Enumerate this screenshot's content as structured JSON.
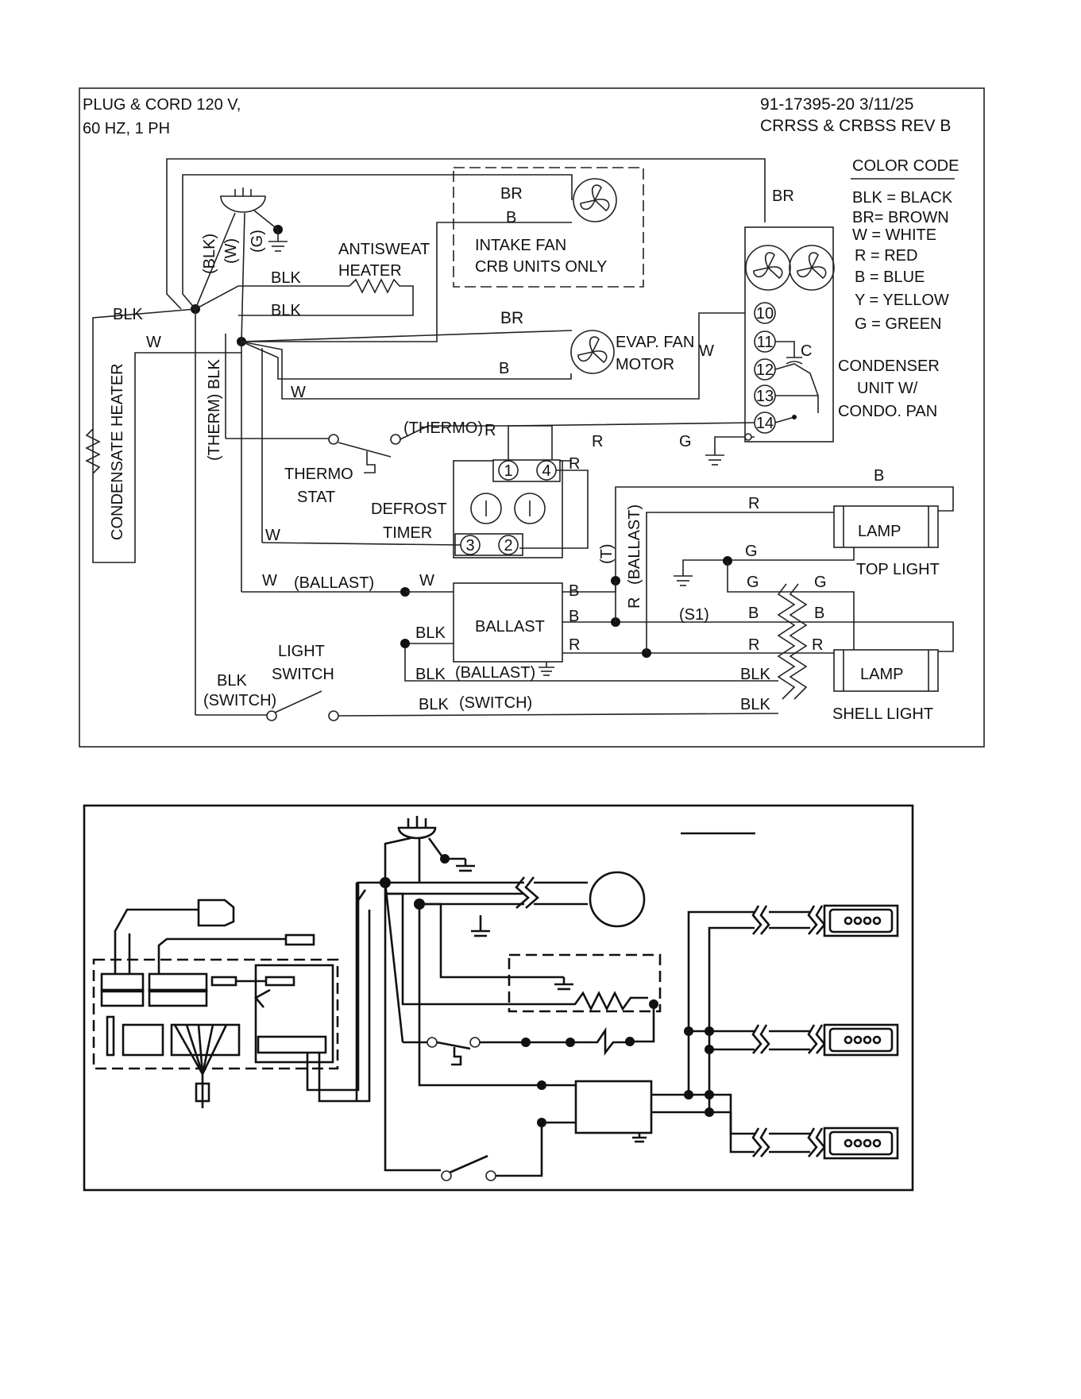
{
  "header": {
    "left_line1": "PLUG & CORD 120 V,",
    "left_line2": "60 HZ, 1 PH",
    "right_line1": "91-17395-20 3/11/25",
    "right_line2": "CRRSS & CRBSS  REV B"
  },
  "color_code": {
    "title": "COLOR CODE",
    "items": [
      "BLK = BLACK",
      "BR= BROWN",
      "W = WHITE",
      "R = RED",
      "B = BLUE",
      "Y = YELLOW",
      "G = GREEN"
    ]
  },
  "components": {
    "intake_fan_1": "INTAKE FAN",
    "intake_fan_2": "CRB UNITS ONLY",
    "antisweat_1": "ANTISWEAT",
    "antisweat_2": "HEATER",
    "evap_fan_1": "EVAP. FAN",
    "evap_fan_2": "MOTOR",
    "condenser_1": "CONDENSER",
    "condenser_2": "UNIT W/",
    "condenser_3": "CONDO. PAN",
    "condensate_heater": "CONDENSATE HEATER",
    "thermostat_1": "THERMO",
    "thermostat_2": "STAT",
    "defrost_1": "DEFROST",
    "defrost_2": "TIMER",
    "ballast": "BALLAST",
    "lamp_top": "LAMP",
    "top_light": "TOP LIGHT",
    "lamp_shell": "LAMP",
    "shell_light": "SHELL LIGHT",
    "light_switch_1": "LIGHT",
    "light_switch_2": "SWITCH",
    "terminals": [
      "10",
      "11",
      "12",
      "13",
      "14"
    ],
    "timer_terminals": [
      "1",
      "4",
      "3",
      "2"
    ],
    "capacitor": "C"
  },
  "wire_labels": {
    "br": "BR",
    "b": "B",
    "blk": "BLK",
    "w": "W",
    "r": "R",
    "g": "G",
    "paren_blk": "(BLK)",
    "paren_w": "(W)",
    "paren_g": "(G)",
    "therm": "(THERM)",
    "thermo": "(THERMO)",
    "ballast_paren": "(BALLAST)",
    "switch_paren": "(SWITCH)",
    "t_paren": "(T)",
    "s1": "(S1)"
  }
}
